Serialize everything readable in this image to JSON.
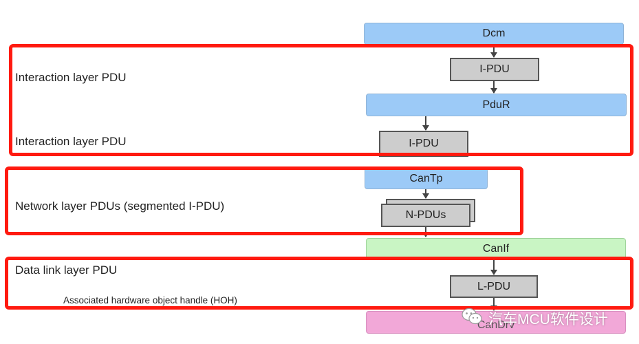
{
  "modules": {
    "dcm": "Dcm",
    "pdur": "PduR",
    "cantp": "CanTp",
    "canif": "CanIf",
    "candrv": "CanDrv"
  },
  "pdus": {
    "ipdu_top": "I-PDU",
    "ipdu_mid": "I-PDU",
    "npdus": "N-PDUs",
    "lpdu": "L-PDU"
  },
  "labels": {
    "interaction_1": "Interaction layer PDU",
    "interaction_2": "Interaction layer PDU",
    "network": "Network layer PDUs (segmented I-PDU)",
    "datalink": "Data link layer PDU",
    "hoh": "Associated hardware object handle (HOH)"
  },
  "watermark": {
    "text": "汽车MCU软件设计",
    "icon": "wechat-icon"
  },
  "colors": {
    "highlight": "#ff1a10",
    "module_blue": "#9ccaf7",
    "module_green": "#c9f5c4",
    "module_pink": "#f2a8d8",
    "pdu_gray": "#cdcdcd"
  }
}
